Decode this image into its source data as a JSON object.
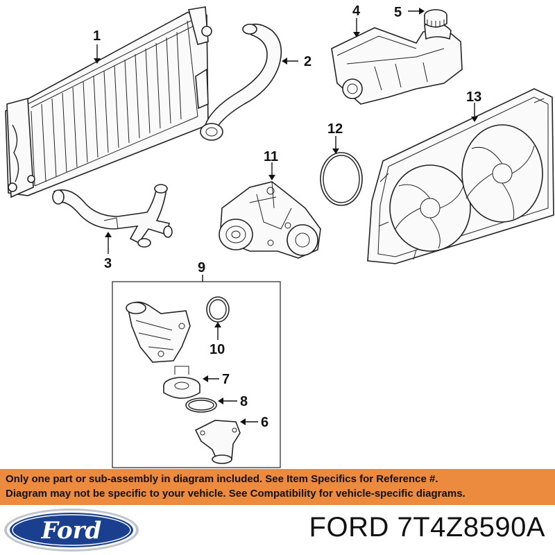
{
  "callouts": {
    "c1": "1",
    "c2": "2",
    "c3": "3",
    "c4": "4",
    "c5": "5",
    "c6": "6",
    "c7": "7",
    "c8": "8",
    "c9": "9",
    "c10": "10",
    "c11": "11",
    "c12": "12",
    "c13": "13"
  },
  "disclaimer": {
    "line1": "Only one part or sub-assembly in diagram included. See Item Specifics for Reference #.",
    "line2": "Diagram may not be specific to your vehicle. See Compatibility for vehicle-specific diagrams."
  },
  "footer": {
    "logo_text": "Ford",
    "part_number": "FORD 7T4Z8590A"
  },
  "colors": {
    "banner": "#ec8a3e",
    "logo_blue": "#1b3f8f"
  }
}
